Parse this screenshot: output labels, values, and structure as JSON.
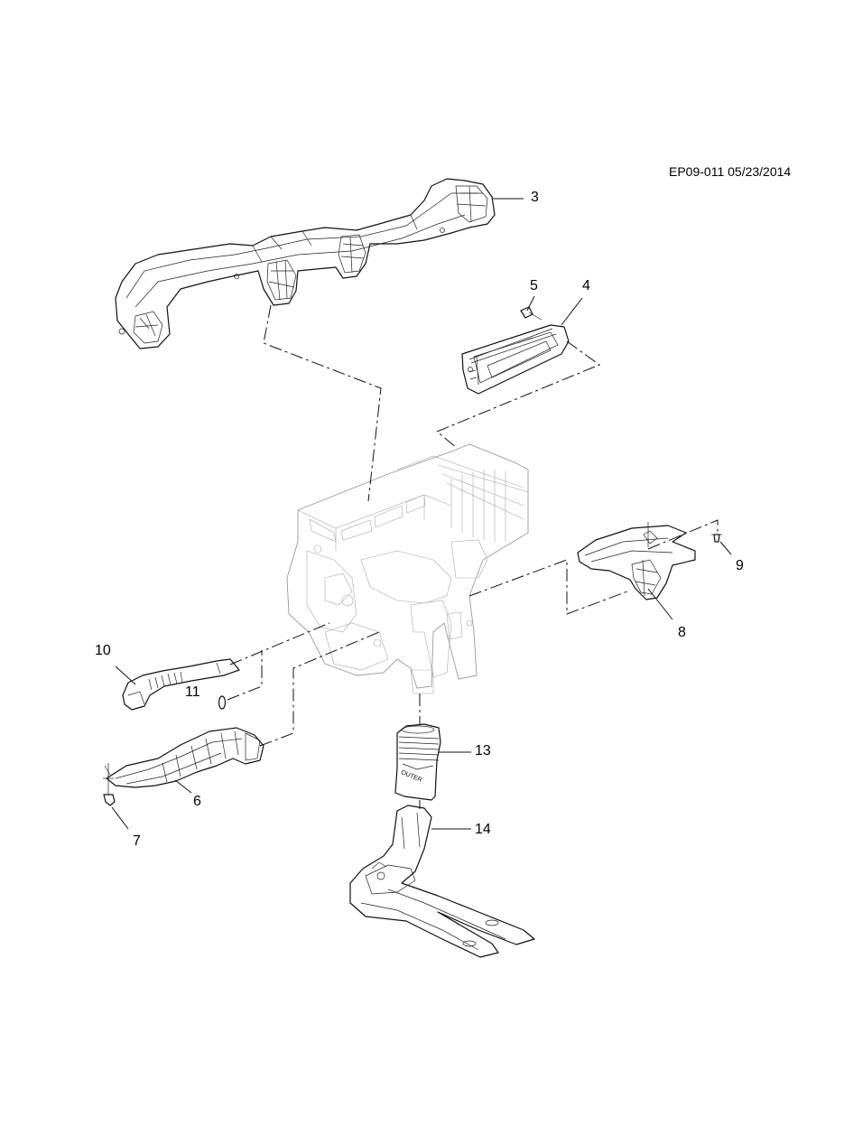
{
  "header": {
    "drawing_ref": "EP09-011 05/23/2014"
  },
  "callouts": {
    "c3": "3",
    "c4": "4",
    "c5": "5",
    "c6": "6",
    "c7": "7",
    "c8": "8",
    "c9": "9",
    "c10": "10",
    "c11": "11",
    "c13": "13",
    "c14": "14"
  },
  "outer_label": "OUTER"
}
